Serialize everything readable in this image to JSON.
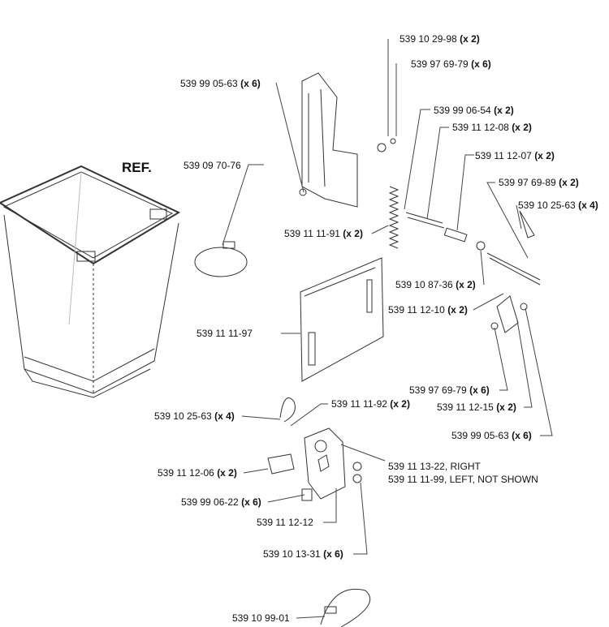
{
  "reference_label": "REF.",
  "callouts": [
    {
      "id": "c1",
      "part": "539 10 29-98",
      "qty": "(x 2)"
    },
    {
      "id": "c2",
      "part": "539 97 69-79",
      "qty": "(x 6)"
    },
    {
      "id": "c3",
      "part": "539 99 05-63",
      "qty": "(x 6)"
    },
    {
      "id": "c4",
      "part": "539 99 06-54",
      "qty": "(x 2)"
    },
    {
      "id": "c5",
      "part": "539 11 12-08",
      "qty": "(x 2)"
    },
    {
      "id": "c6",
      "part": "539 11 12-07",
      "qty": "(x 2)"
    },
    {
      "id": "c7",
      "part": "539 09 70-76",
      "qty": ""
    },
    {
      "id": "c8",
      "part": "539 97 69-89",
      "qty": "(x 2)"
    },
    {
      "id": "c9",
      "part": "539 10 25-63",
      "qty": "(x 4)"
    },
    {
      "id": "c10",
      "part": "539 11 11-91",
      "qty": "(x 2)"
    },
    {
      "id": "c11",
      "part": "539 10 87-36",
      "qty": "(x 2)"
    },
    {
      "id": "c12",
      "part": "539 11 12-10",
      "qty": "(x 2)"
    },
    {
      "id": "c13",
      "part": "539 11 11-97",
      "qty": ""
    },
    {
      "id": "c14",
      "part": "539 97 69-79",
      "qty": "(x 6)"
    },
    {
      "id": "c15",
      "part": "539 11 12-15",
      "qty": "(x 2)"
    },
    {
      "id": "c16",
      "part": "539 99 05-63",
      "qty": "(x 6)"
    },
    {
      "id": "c17",
      "part": "539 11 11-92",
      "qty": "(x 2)"
    },
    {
      "id": "c18",
      "part": "539 10 25-63",
      "qty": "(x 4)"
    },
    {
      "id": "c19",
      "part": "539 11 13-22, RIGHT",
      "qty": ""
    },
    {
      "id": "c20",
      "part": "539 11 11-99, LEFT, NOT SHOWN",
      "qty": ""
    },
    {
      "id": "c21",
      "part": "539 11 12-06",
      "qty": "(x 2)"
    },
    {
      "id": "c22",
      "part": "539 99 06-22",
      "qty": "(x 6)"
    },
    {
      "id": "c23",
      "part": "539 11 12-12",
      "qty": ""
    },
    {
      "id": "c24",
      "part": "539 10 13-31",
      "qty": "(x 6)"
    },
    {
      "id": "c25",
      "part": "539 10 99-01",
      "qty": ""
    }
  ]
}
